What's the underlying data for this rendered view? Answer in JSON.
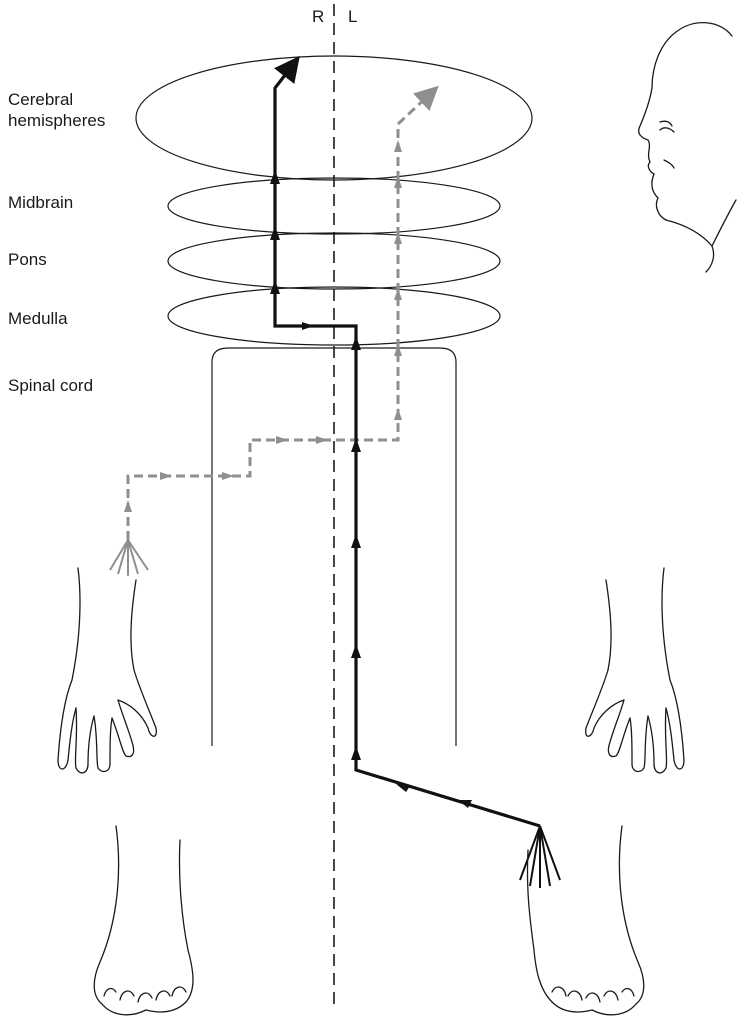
{
  "side_labels": {
    "right": "R",
    "left": "L"
  },
  "levels": {
    "cerebral": "Cerebral\nhemispheres",
    "midbrain": "Midbrain",
    "pons": "Pons",
    "medulla": "Medulla",
    "spinal_cord": "Spinal cord"
  },
  "colors": {
    "stroke": "#1a1a1a",
    "dorsal_column_pathway": "#111111",
    "spinothalamic_pathway": "#8f8f8f"
  },
  "icons": [
    "head-profile-icon",
    "right-hand-icon",
    "left-hand-icon",
    "right-foot-icon",
    "left-foot-icon"
  ]
}
